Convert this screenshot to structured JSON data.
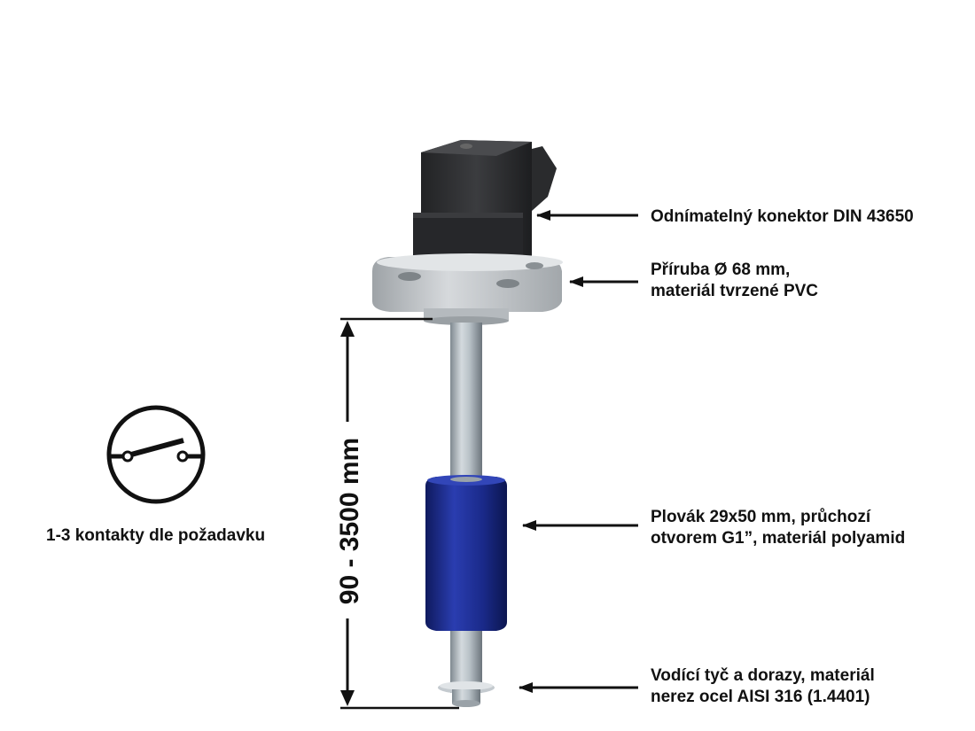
{
  "labels": {
    "connector": "Odnímatelný konektor DIN 43650",
    "flange_line1": "Příruba Ø 68 mm,",
    "flange_line2": "materiál tvrzené PVC",
    "float_line1": "Plovák 29x50 mm, průchozí",
    "float_line2": "otvorem G1”, materiál polyamid",
    "rod_line1": "Vodící tyč a dorazy, materiál",
    "rod_line2": "nerez ocel AISI 316 (1.4401)"
  },
  "dimension": "90 - 3500 mm",
  "contacts": "1-3 kontakty dle požadavku",
  "colors": {
    "connector_body": "#2e2f31",
    "flange": "#bfc3c6",
    "rod": "#a9b3bb",
    "float": "#1c2c8f",
    "text": "#111111"
  },
  "icons": [
    "switch-contact-icon"
  ]
}
